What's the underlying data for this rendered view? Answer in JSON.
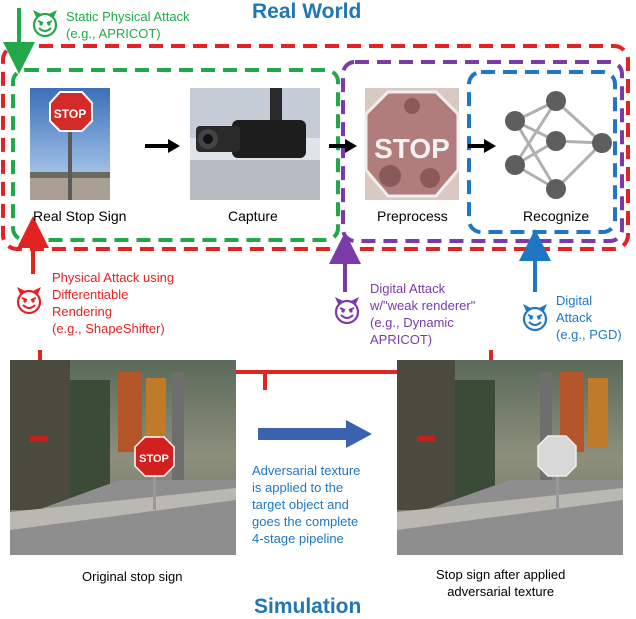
{
  "title_top": "Real World",
  "title_bottom": "Simulation",
  "stages": {
    "real_stop_sign": "Real Stop Sign",
    "capture": "Capture",
    "preprocess": "Preprocess",
    "recognize": "Recognize"
  },
  "stop_text": "STOP",
  "attacks": {
    "static_physical": {
      "line1": "Static Physical Attack",
      "line2": "(e.g., APRICOT)",
      "color": "#22a84a"
    },
    "physical_differentiable": {
      "line1": "Physical Attack using",
      "line2": "Differentiable",
      "line3": "Rendering",
      "line4": "(e.g., ShapeShifter)",
      "color": "#e32222"
    },
    "digital_weak": {
      "line1": "Digital Attack",
      "line2": " w/\"weak renderer\"",
      "line3": "(e.g., Dynamic",
      "line4": "APRICOT)",
      "color": "#7a3aa8"
    },
    "digital": {
      "line1": "Digital",
      "line2": "Attack",
      "line3": "(e.g., PGD)",
      "color": "#1f77c4"
    }
  },
  "simulation": {
    "arrow_text_lines": [
      "Adversarial texture",
      "is applied to the",
      "target object and",
      "goes the complete",
      "4-stage pipeline"
    ],
    "left_caption": "Original stop sign",
    "right_caption_line1": "Stop sign after applied",
    "right_caption_line2": "adversarial texture"
  }
}
